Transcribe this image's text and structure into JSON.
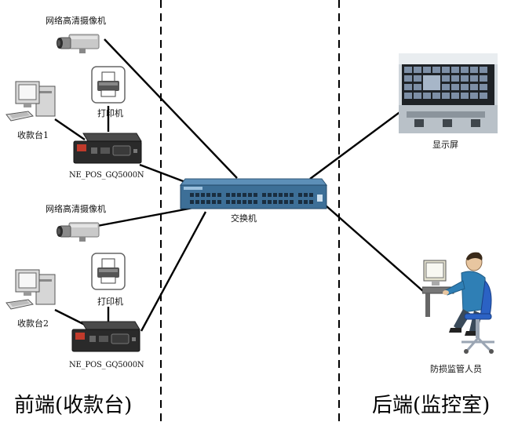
{
  "labels": {
    "camera_top": "网络高清摄像机",
    "camera_mid": "网络高清摄像机",
    "printer_top": "打印机",
    "printer_bottom": "打印机",
    "checkout_1": "收款台1",
    "checkout_2": "收款台2",
    "box_top": "NE_POS_GQ5000N",
    "box_bottom": "NE_POS_GQ5000N",
    "switch": "交换机",
    "display": "显示屏",
    "operator": "防损监管人员"
  },
  "zones": {
    "front": "前端(收款台)",
    "back": "后端(监控室)"
  },
  "colors": {
    "switch_blue": "#3d6f97",
    "device_dark": "#2a2a2a",
    "operator_shirt": "#2f7fb5",
    "chair_blue": "#2b62c4"
  },
  "icons": [
    "camera-icon",
    "printer-icon",
    "computer-icon",
    "pos-box-icon",
    "network-switch-icon",
    "video-wall-icon",
    "operator-icon"
  ]
}
